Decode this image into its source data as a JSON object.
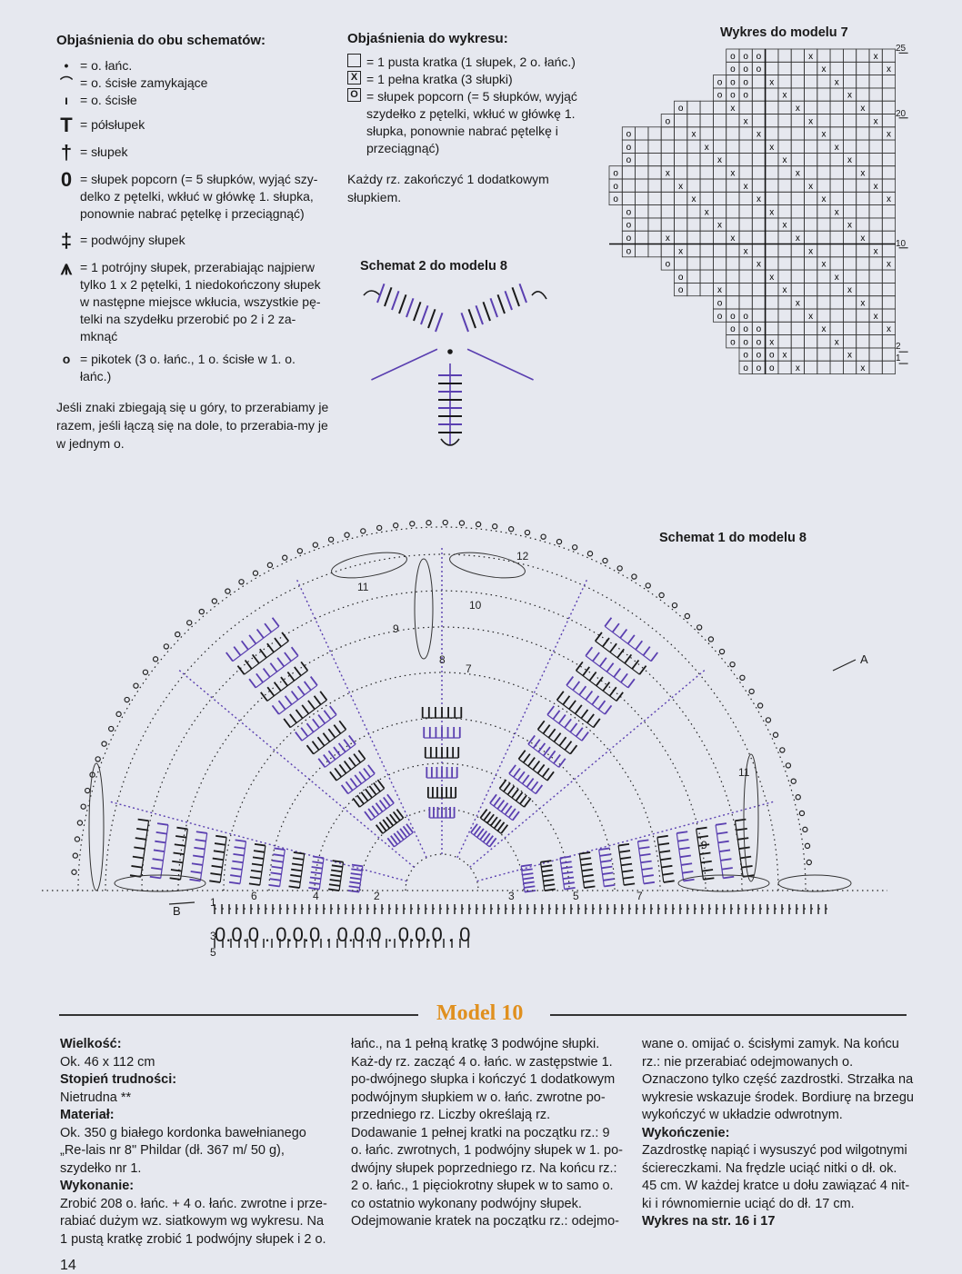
{
  "legend_left": {
    "title": "Objaśnienia do obu schematów:",
    "items": [
      {
        "sym": "•",
        "text": "= o. łańc."
      },
      {
        "sym": "⌒",
        "text": "= o. ścisłe zamykające"
      },
      {
        "sym": "ı",
        "text": "= o. ścisłe"
      },
      {
        "sym": "T",
        "text": "= półsłupek"
      },
      {
        "sym": "†",
        "text": "= słupek"
      },
      {
        "sym": "0",
        "text": "= słupek popcorn (= 5 słupków, wyjąć szy-delko z pętelki, wkłuć w główkę 1. słupka, ponownie nabrać pętelkę i przeciągnąć)"
      },
      {
        "sym": "‡",
        "text": "= podwójny słupek"
      },
      {
        "sym": "⩚",
        "text": "= 1 potrójny słupek, przerabiając najpierw tylko 1 x 2 pętelki, 1 niedokończony słupek w następne miejsce wkłucia, wszystkie pę-telki na szydełku przerobić po 2 i 2 za-mknąć"
      },
      {
        "sym": "o",
        "text": "= pikotek (3 o. łańc., 1 o. ścisłe w 1. o. łańc.)"
      }
    ],
    "note": "Jeśli znaki zbiegają się u góry, to przerabiamy je razem, jeśli łączą się na dole, to przerabia-my je w jednym o."
  },
  "legend_mid": {
    "title": "Objaśnienia do wykresu:",
    "items": [
      {
        "box": "",
        "text": "= 1 pusta kratka (1 słupek, 2 o. łańc.)"
      },
      {
        "box": "X",
        "text": "= 1 pełna kratka (3 słupki)"
      },
      {
        "box": "O",
        "text": "= słupek popcorn (= 5 słupków, wyjąć szydełko z pętelki, wkłuć w główkę 1. słupka, ponownie nabrać pętelkę i przeciągnąć)"
      }
    ],
    "note": "Każdy rz. zakończyć 1 dodatkowym słupkiem."
  },
  "titles": {
    "wykres7": "Wykres do modelu 7",
    "schemat2": "Schemat 2 do modelu 8",
    "schemat1": "Schemat 1 do modelu 8",
    "model": "Model 10"
  },
  "grid_labels": [
    "25",
    "20",
    "10",
    "2",
    "1"
  ],
  "diagram_labels": {
    "rows": [
      "1",
      "2",
      "3",
      "4",
      "5",
      "6",
      "7",
      "8",
      "9",
      "10",
      "11",
      "12"
    ],
    "a": "A",
    "b": "B",
    "sequence": "0.0.0 . 0.0.0 . 0.0.0 . 0.0.0 . 0"
  },
  "article": {
    "col1": [
      {
        "b": true,
        "t": "Wielkość:"
      },
      {
        "b": false,
        "t": "Ok. 46 x 112 cm"
      },
      {
        "b": true,
        "t": "Stopień trudności:"
      },
      {
        "b": false,
        "t": "Nietrudna **"
      },
      {
        "b": true,
        "t": "Materiał:"
      },
      {
        "b": false,
        "t": "Ok. 350 g białego kordonka bawełnianego „Re-lais nr 8\" Phildar (dł. 367 m/ 50 g), szydełko nr 1."
      },
      {
        "b": true,
        "t": "Wykonanie:"
      },
      {
        "b": false,
        "t": "Zrobić 208 o. łańc. + 4 o. łańc. zwrotne i prze-rabiać dużym wz. siatkowym wg wykresu. Na 1 pustą kratkę zrobić 1 podwójny słupek i 2 o."
      }
    ],
    "col2": [
      {
        "b": false,
        "t": "łańc., na 1 pełną kratkę 3 podwójne słupki. Każ-dy rz. zacząć 4 o. łańc. w zastępstwie 1. po-dwójnego słupka i kończyć 1 dodatkowym podwójnym słupkiem w o. łańc. zwrotne po-przedniego rz. Liczby określają rz."
      },
      {
        "b": false,
        "t": "Dodawanie 1 pełnej kratki na początku rz.: 9 o. łańc. zwrotnych, 1 podwójny słupek w 1. po-dwójny słupek poprzedniego rz. Na końcu rz.: 2 o. łańc., 1 pięciokrotny słupek w to samo o. co ostatnio wykonany podwójny słupek."
      },
      {
        "b": false,
        "t": "Odejmowanie kratek na początku rz.: odejmo-"
      }
    ],
    "col3": [
      {
        "b": false,
        "t": "wane o. omijać o. ścisłymi zamyk. Na końcu rz.: nie przerabiać odejmowanych o."
      },
      {
        "b": false,
        "t": "Oznaczono tylko część zazdrostki. Strzałka na wykresie wskazuje środek. Bordiurę na brzegu wykończyć w układzie odwrotnym."
      },
      {
        "b": true,
        "t": "Wykończenie:"
      },
      {
        "b": false,
        "t": "Zazdrostkę napiąć i wysuszyć pod wilgotnymi ściereczkami. Na frędzle uciąć nitki o dł. ok. 45 cm. W każdej kratce u dołu zawiązać 4 nit-ki i równomiernie uciąć do dł. 17 cm."
      },
      {
        "b": true,
        "t": "Wykres na str. 16 i 17"
      }
    ]
  },
  "page_number": "14",
  "colors": {
    "ink": "#1a1a1a",
    "purple": "#5a3fb0",
    "accent": "#e0901f",
    "paper": "#e6e8ef"
  }
}
